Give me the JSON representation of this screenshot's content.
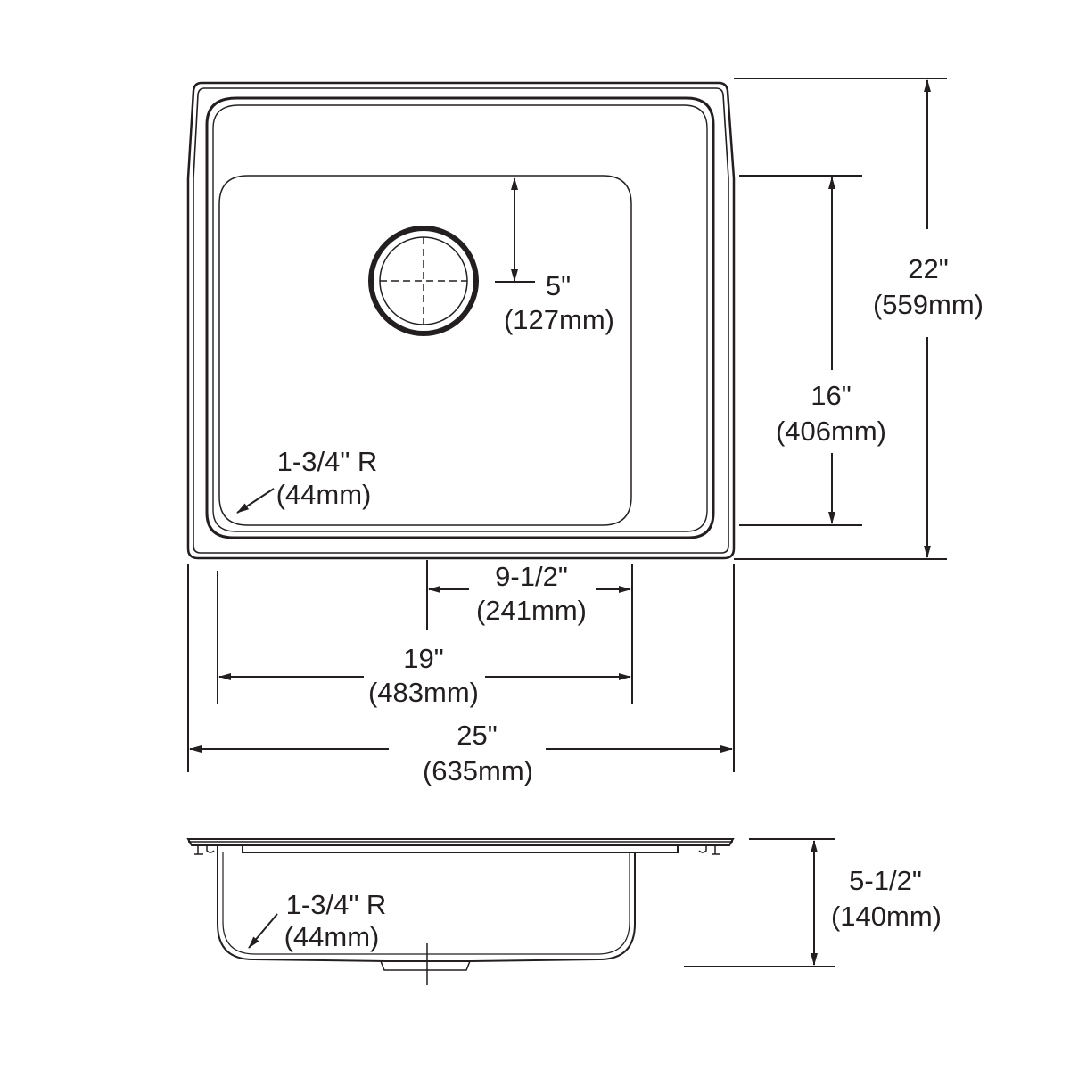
{
  "drain_offset": {
    "imperial": "5\"",
    "metric": "(127mm)"
  },
  "corner_radius_top": {
    "imperial": "1-3/4\" R",
    "metric": "(44mm)"
  },
  "drain_centerline": {
    "imperial": "9-1/2\"",
    "metric": "(241mm)"
  },
  "bowl_width": {
    "imperial": "19\"",
    "metric": "(483mm)"
  },
  "overall_width": {
    "imperial": "25\"",
    "metric": "(635mm)"
  },
  "overall_depth": {
    "imperial": "22\"",
    "metric": "(559mm)"
  },
  "bowl_depth": {
    "imperial": "16\"",
    "metric": "(406mm)"
  },
  "bowl_height": {
    "imperial": "5-1/2\"",
    "metric": "(140mm)"
  },
  "corner_radius_side": {
    "imperial": "1-3/4\" R",
    "metric": "(44mm)"
  }
}
